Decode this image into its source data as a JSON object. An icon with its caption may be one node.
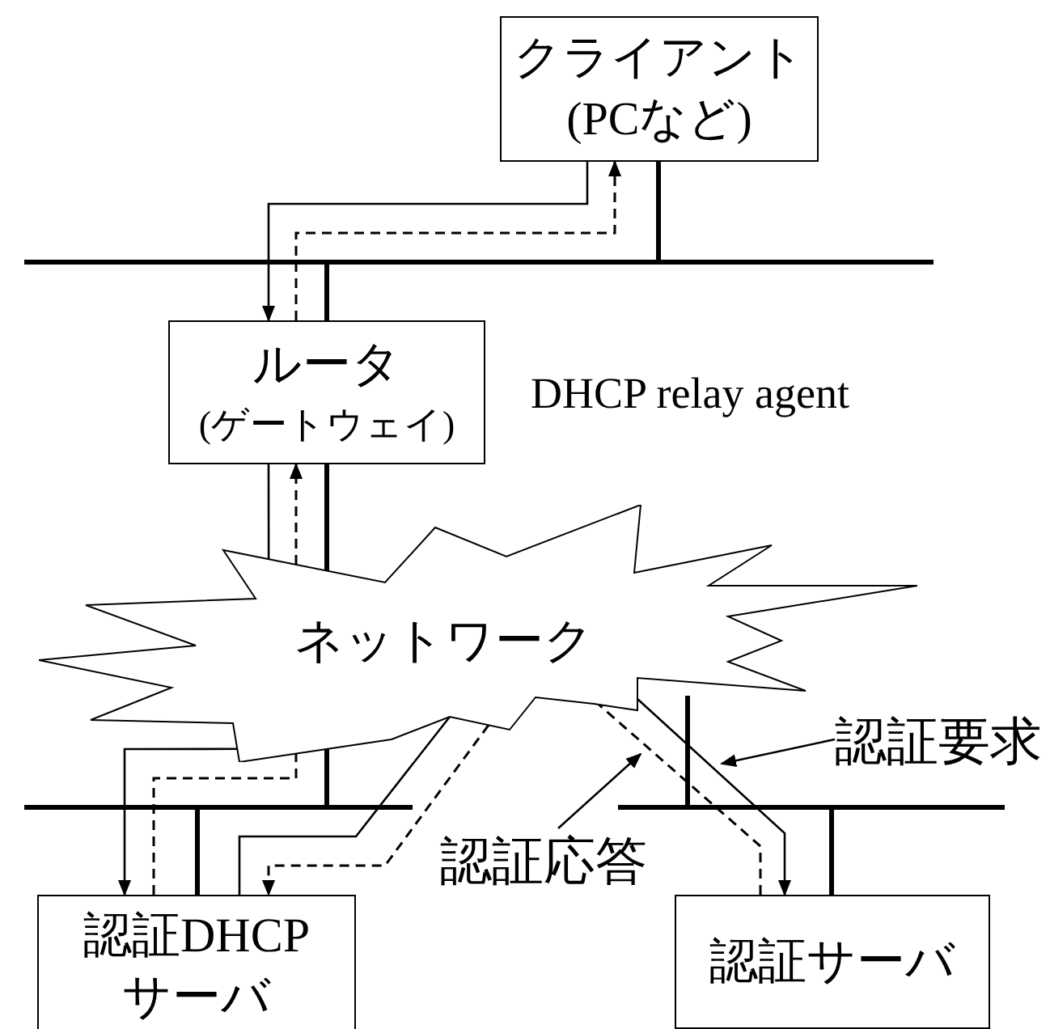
{
  "diagram": {
    "nodes": [
      {
        "text": [
          "クライアント",
          "(PCなど)"
        ]
      },
      {
        "text": [
          "ルータ",
          "(ゲートウェイ)"
        ],
        "beside": [
          "DHCP relay agent"
        ]
      },
      {
        "text": [
          "ネットワーク"
        ]
      },
      {
        "text": [
          "認証DHCPサーバ"
        ]
      },
      {
        "text": [
          "認証サーバ"
        ]
      },
      {
        "text": [
          "認証要求"
        ]
      },
      {
        "text": [
          "認証応答"
        ]
      }
    ],
    "edges": [
      {
        "from": 0,
        "to": 1,
        "arrow": "to"
      },
      {
        "from": 1,
        "to": 0,
        "arrow": "to",
        "style": "dashed"
      },
      {
        "from": 1,
        "to": 2,
        "arrow": "none"
      },
      {
        "from": 2,
        "to": 3,
        "arrow": "to"
      },
      {
        "from": 3,
        "to": 2,
        "arrow": "none",
        "style": "dashed"
      },
      {
        "from": 2,
        "to": 1,
        "arrow": "to",
        "style": "dashed"
      },
      {
        "from": 3,
        "to": 2,
        "arrow": "none"
      },
      {
        "from": 2,
        "to": 4,
        "arrow": "to"
      },
      {
        "from": 4,
        "to": 2,
        "arrow": "none",
        "style": "dashed"
      },
      {
        "from": 2,
        "to": 3,
        "arrow": "to",
        "style": "dashed"
      },
      {
        "from": 5,
        "to": null,
        "arrow": "to"
      },
      {
        "from": 6,
        "to": null,
        "arrow": "to"
      }
    ]
  }
}
